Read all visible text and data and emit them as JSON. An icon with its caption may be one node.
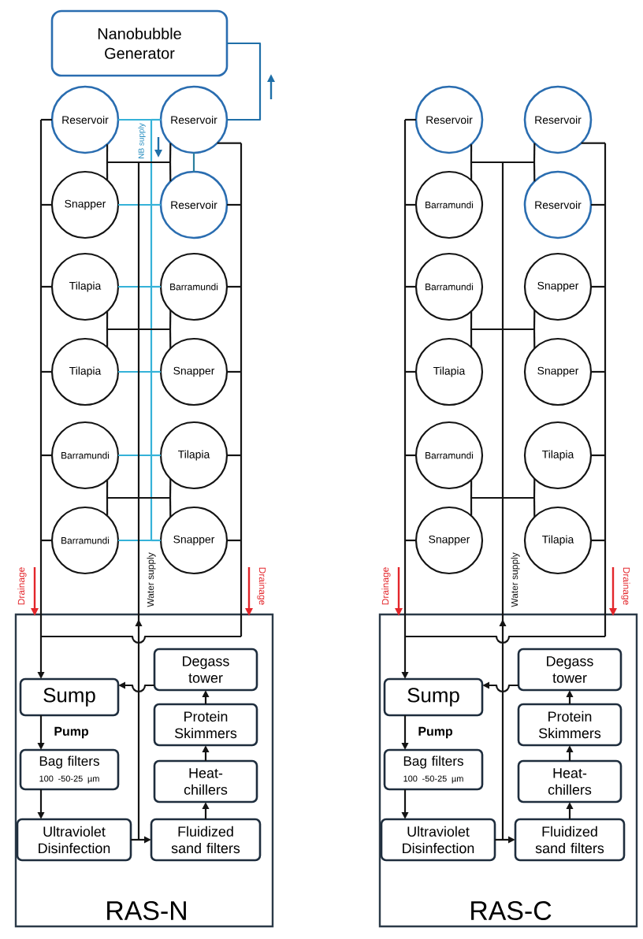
{
  "diagram": {
    "nodes": [
      {
        "text": [
          "Nanobubble Generator"
        ]
      },
      {
        "text": [
          "Reservoir"
        ]
      },
      {
        "text": [
          "Reservoir"
        ]
      },
      {
        "text": [
          "Snapper"
        ]
      },
      {
        "text": [
          "Reservoir"
        ]
      },
      {
        "text": [
          "Tilapia"
        ]
      },
      {
        "text": [
          "Barramundi"
        ]
      },
      {
        "text": [
          "Tilapia"
        ]
      },
      {
        "text": [
          "Snapper"
        ]
      },
      {
        "text": [
          "Barramundi"
        ]
      },
      {
        "text": [
          "Tilapia"
        ]
      },
      {
        "text": [
          "Barramundi"
        ]
      },
      {
        "text": [
          "Snapper"
        ]
      },
      {
        "text": [
          "RAS-N"
        ]
      },
      {
        "text": [
          "Sump"
        ],
        "in": 13
      },
      {
        "text": [
          "Bag filters",
          "100 -50-25 µm"
        ],
        "in": 13
      },
      {
        "text": [
          "Ultraviolet Disinfection"
        ],
        "in": 13
      },
      {
        "text": [
          "Fluidized sand filters"
        ],
        "in": 13
      },
      {
        "text": [
          "Heat-chillers"
        ],
        "in": 13
      },
      {
        "text": [
          "Protein Skimmers"
        ],
        "in": 13
      },
      {
        "text": [
          "Degass tower"
        ],
        "in": 13
      },
      {
        "text": [
          "Reservoir"
        ]
      },
      {
        "text": [
          "Reservoir"
        ]
      },
      {
        "text": [
          "Barramundi"
        ]
      },
      {
        "text": [
          "Reservoir"
        ]
      },
      {
        "text": [
          "Barramundi"
        ]
      },
      {
        "text": [
          "Snapper"
        ]
      },
      {
        "text": [
          "Tilapia"
        ]
      },
      {
        "text": [
          "Snapper"
        ]
      },
      {
        "text": [
          "Barramundi"
        ]
      },
      {
        "text": [
          "Tilapia"
        ]
      },
      {
        "text": [
          "Snapper"
        ]
      },
      {
        "text": [
          "Tilapia"
        ]
      },
      {
        "text": [
          "RAS-C"
        ]
      },
      {
        "text": [
          "Sump"
        ],
        "in": 33
      },
      {
        "text": [
          "Bag filters",
          "100 -50-25 µm"
        ],
        "in": 33
      },
      {
        "text": [
          "Ultraviolet Disinfection"
        ],
        "in": 33
      },
      {
        "text": [
          "Fluidized sand filters"
        ],
        "in": 33
      },
      {
        "text": [
          "Heat-chillers"
        ],
        "in": 33
      },
      {
        "text": [
          "Protein Skimmers"
        ],
        "in": 33
      },
      {
        "text": [
          "Degass tower"
        ],
        "in": 33
      }
    ],
    "edges": [
      {
        "from": 2,
        "to": 0,
        "arrow": "none",
        "color": "#1f6fa8"
      },
      {
        "from": 1,
        "to": 2,
        "arrow": "none",
        "color": "#35b2d8"
      },
      {
        "from": 1,
        "to": 3,
        "arrow": "none",
        "color": "#35b2d8"
      },
      {
        "from": 1,
        "to": 4,
        "arrow": "none",
        "color": "#35b2d8"
      },
      {
        "from": 1,
        "to": 5,
        "arrow": "none",
        "color": "#35b2d8"
      },
      {
        "from": 1,
        "to": 6,
        "arrow": "none",
        "color": "#35b2d8"
      },
      {
        "from": 1,
        "to": 7,
        "arrow": "none",
        "color": "#35b2d8"
      },
      {
        "from": 1,
        "to": 8,
        "arrow": "none",
        "color": "#35b2d8"
      },
      {
        "from": 1,
        "to": 9,
        "arrow": "none",
        "color": "#35b2d8"
      },
      {
        "from": 1,
        "to": 10,
        "arrow": "none",
        "color": "#35b2d8"
      },
      {
        "from": 1,
        "to": 11,
        "arrow": "none",
        "color": "#35b2d8"
      },
      {
        "from": 1,
        "to": 12,
        "arrow": "none",
        "color": "#35b2d8"
      },
      {
        "from": 2,
        "to": 4,
        "arrow": "none",
        "color": "#2b7f9e"
      },
      {
        "from": 16,
        "to": 1,
        "arrow": "to"
      },
      {
        "from": 16,
        "to": 2,
        "arrow": "to"
      },
      {
        "from": 16,
        "to": 3,
        "arrow": "to"
      },
      {
        "from": 16,
        "to": 4,
        "arrow": "to"
      },
      {
        "from": 16,
        "to": 5,
        "arrow": "to"
      },
      {
        "from": 16,
        "to": 6,
        "arrow": "to"
      },
      {
        "from": 16,
        "to": 7,
        "arrow": "to"
      },
      {
        "from": 16,
        "to": 8,
        "arrow": "to"
      },
      {
        "from": 16,
        "to": 9,
        "arrow": "to"
      },
      {
        "from": 16,
        "to": 10,
        "arrow": "to"
      },
      {
        "from": 16,
        "to": 11,
        "arrow": "to"
      },
      {
        "from": 16,
        "to": 12,
        "arrow": "to"
      },
      {
        "from": 1,
        "to": 14,
        "arrow": "to"
      },
      {
        "from": 2,
        "to": 14,
        "arrow": "to"
      },
      {
        "from": 3,
        "to": 14,
        "arrow": "to"
      },
      {
        "from": 4,
        "to": 14,
        "arrow": "to"
      },
      {
        "from": 5,
        "to": 14,
        "arrow": "to"
      },
      {
        "from": 6,
        "to": 14,
        "arrow": "to"
      },
      {
        "from": 7,
        "to": 14,
        "arrow": "to"
      },
      {
        "from": 8,
        "to": 14,
        "arrow": "to"
      },
      {
        "from": 9,
        "to": 14,
        "arrow": "to"
      },
      {
        "from": 10,
        "to": 14,
        "arrow": "to"
      },
      {
        "from": 11,
        "to": 14,
        "arrow": "to"
      },
      {
        "from": 12,
        "to": 14,
        "arrow": "to"
      },
      {
        "from": 14,
        "to": 15,
        "arrow": "to",
        "label": "Pump"
      },
      {
        "from": 15,
        "to": 16,
        "arrow": "to"
      },
      {
        "from": 16,
        "to": 17,
        "arrow": "to"
      },
      {
        "from": 17,
        "to": 18,
        "arrow": "to"
      },
      {
        "from": 18,
        "to": 19,
        "arrow": "to"
      },
      {
        "from": 19,
        "to": 20,
        "arrow": "to"
      },
      {
        "from": 20,
        "to": 14,
        "arrow": "to"
      },
      {
        "from": 36,
        "to": 21,
        "arrow": "to"
      },
      {
        "from": 36,
        "to": 22,
        "arrow": "to"
      },
      {
        "from": 36,
        "to": 23,
        "arrow": "to"
      },
      {
        "from": 36,
        "to": 24,
        "arrow": "to"
      },
      {
        "from": 36,
        "to": 25,
        "arrow": "to"
      },
      {
        "from": 36,
        "to": 26,
        "arrow": "to"
      },
      {
        "from": 36,
        "to": 27,
        "arrow": "to"
      },
      {
        "from": 36,
        "to": 28,
        "arrow": "to"
      },
      {
        "from": 36,
        "to": 29,
        "arrow": "to"
      },
      {
        "from": 36,
        "to": 30,
        "arrow": "to"
      },
      {
        "from": 36,
        "to": 31,
        "arrow": "to"
      },
      {
        "from": 36,
        "to": 32,
        "arrow": "to"
      },
      {
        "from": 21,
        "to": 34,
        "arrow": "to"
      },
      {
        "from": 22,
        "to": 34,
        "arrow": "to"
      },
      {
        "from": 23,
        "to": 34,
        "arrow": "to"
      },
      {
        "from": 24,
        "to": 34,
        "arrow": "to"
      },
      {
        "from": 25,
        "to": 34,
        "arrow": "to"
      },
      {
        "from": 26,
        "to": 34,
        "arrow": "to"
      },
      {
        "from": 27,
        "to": 34,
        "arrow": "to"
      },
      {
        "from": 28,
        "to": 34,
        "arrow": "to"
      },
      {
        "from": 29,
        "to": 34,
        "arrow": "to"
      },
      {
        "from": 30,
        "to": 34,
        "arrow": "to"
      },
      {
        "from": 31,
        "to": 34,
        "arrow": "to"
      },
      {
        "from": 32,
        "to": 34,
        "arrow": "to"
      },
      {
        "from": 34,
        "to": 35,
        "arrow": "to",
        "label": "Pump"
      },
      {
        "from": 35,
        "to": 36,
        "arrow": "to"
      },
      {
        "from": 36,
        "to": 37,
        "arrow": "to"
      },
      {
        "from": 37,
        "to": 38,
        "arrow": "to"
      },
      {
        "from": 38,
        "to": 39,
        "arrow": "to"
      },
      {
        "from": 39,
        "to": 40,
        "arrow": "to"
      },
      {
        "from": 40,
        "to": 34,
        "arrow": "to"
      }
    ],
    "labels": [
      "NB supply",
      "Drainage",
      "Drainage",
      "Water supply",
      "Drainage",
      "Drainage",
      "Water supply"
    ]
  }
}
